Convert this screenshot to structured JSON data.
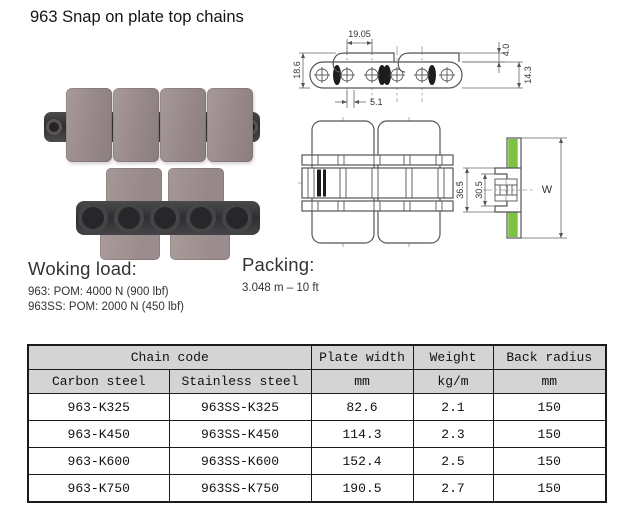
{
  "title": "963 Snap on plate top chains",
  "colors": {
    "drawing_plate_green": "#7fc243",
    "photo_plate": "#97888a",
    "photo_chain": "#3a3a3c",
    "table_header_bg": "#d4d4d4"
  },
  "drawings": {
    "side_view": {
      "pitch": "19.05",
      "tab_height": "4.0",
      "plate_height": "14.3",
      "overall_height": "18.6",
      "hook_offset": "5.1"
    },
    "cross_section": {
      "outer_height": "36.5",
      "inner_height": "30.5",
      "width_label": "W"
    }
  },
  "working_load": {
    "heading": "Woking load:",
    "line1": "963: POM: 4000 N (900 lbf)",
    "line2": "963SS: POM: 2000 N (450 lbf)"
  },
  "packing": {
    "heading": "Packing:",
    "line1": "3.048 m – 10 ft"
  },
  "table": {
    "headers": {
      "chain_code": "Chain code",
      "plate_width": "Plate width",
      "weight": "Weight",
      "back_radius": "Back radius",
      "carbon": "Carbon steel",
      "stainless": "Stainless steel",
      "plate_width_unit": "mm",
      "weight_unit": "kg/m",
      "back_radius_unit": "mm"
    },
    "rows": [
      {
        "carbon": "963-K325",
        "stainless": "963SS-K325",
        "plate_width": "82.6",
        "weight": "2.1",
        "back_radius": "150"
      },
      {
        "carbon": "963-K450",
        "stainless": "963SS-K450",
        "plate_width": "114.3",
        "weight": "2.3",
        "back_radius": "150"
      },
      {
        "carbon": "963-K600",
        "stainless": "963SS-K600",
        "plate_width": "152.4",
        "weight": "2.5",
        "back_radius": "150"
      },
      {
        "carbon": "963-K750",
        "stainless": "963SS-K750",
        "plate_width": "190.5",
        "weight": "2.7",
        "back_radius": "150"
      }
    ]
  }
}
